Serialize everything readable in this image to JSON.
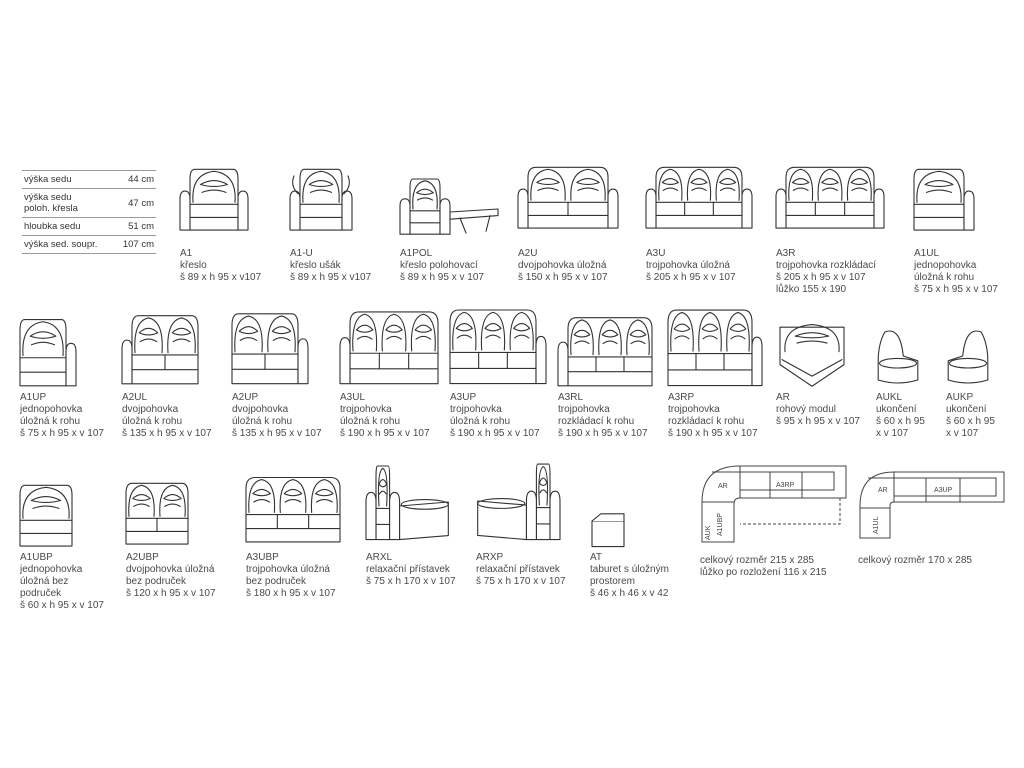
{
  "specs": [
    {
      "label": "výška sedu",
      "value": "44 cm"
    },
    {
      "label": "výška sedu\npoloh. křesla",
      "value": "47 cm"
    },
    {
      "label": "hloubka sedu",
      "value": "51 cm"
    },
    {
      "label": "výška sed. soupr.",
      "value": "107 cm"
    }
  ],
  "items": [
    {
      "code": "A1",
      "name": "křeslo",
      "dims": "š 89 x h 95 x v107"
    },
    {
      "code": "A1-U",
      "name": "křeslo ušák",
      "dims": "š 89 x h 95 x v107"
    },
    {
      "code": "A1POL",
      "name": "křeslo polohovací",
      "dims": "š 89 x h 95 x v 107"
    },
    {
      "code": "A2U",
      "name": "dvojpohovka úložná",
      "dims": "š 150 x h 95 x v 107"
    },
    {
      "code": "A3U",
      "name": "trojpohovka úložná",
      "dims": "š 205 x h 95 x v 107"
    },
    {
      "code": "A3R",
      "name": "trojpohovka rozkládací",
      "dims": "š 205 x h 95 x v 107",
      "extra": "lůžko 155 x 190"
    },
    {
      "code": "A1UL",
      "name": "jednopohovka\núložná k rohu",
      "dims": "š 75 x h 95 x v 107"
    },
    {
      "code": "A1UP",
      "name": "jednopohovka\núložná k rohu",
      "dims": "š 75 x h 95 x v 107"
    },
    {
      "code": "A2UL",
      "name": "dvojpohovka\núložná k rohu",
      "dims": "š 135 x h 95 x v 107"
    },
    {
      "code": "A2UP",
      "name": "dvojpohovka\núložná k rohu",
      "dims": "š 135 x h 95 x v 107"
    },
    {
      "code": "A3UL",
      "name": "trojpohovka\núložná k rohu",
      "dims": "š 190 x h 95 x v 107"
    },
    {
      "code": "A3UP",
      "name": "trojpohovka\núložná k rohu",
      "dims": "š 190 x h 95 x v 107"
    },
    {
      "code": "A3RL",
      "name": "trojpohovka\nrozkládací k rohu",
      "dims": "š 190 x h 95 x v 107"
    },
    {
      "code": "A3RP",
      "name": "trojpohovka\nrozkládací k rohu",
      "dims": "š 190 x h 95 x v 107"
    },
    {
      "code": "AR",
      "name": "rohový modul",
      "dims": "š 95 x h 95 x v 107"
    },
    {
      "code": "AUKL",
      "name": "ukončení",
      "dims": "š 60 x h 95\nx v 107"
    },
    {
      "code": "AUKP",
      "name": "ukončení",
      "dims": "š 60 x h 95\nx v 107"
    },
    {
      "code": "A1UBP",
      "name": "jednopohovka\núložná bez\npodruček",
      "dims": "š 60 x h 95 x v 107"
    },
    {
      "code": "A2UBP",
      "name": "dvojpohovka úložná\nbez područek",
      "dims": "š 120 x h 95 x v 107"
    },
    {
      "code": "A3UBP",
      "name": "trojpohovka úložná\nbez područek",
      "dims": "š 180 x h 95 x v 107"
    },
    {
      "code": "ARXL",
      "name": "relaxační přístavek",
      "dims": "š 75 x h 170 x v 107"
    },
    {
      "code": "ARXP",
      "name": "relaxační přístavek",
      "dims": "š 75 x h 170 x v 107"
    },
    {
      "code": "AT",
      "name": "taburet  s úložným\nprostorem",
      "dims": "š 46 x h 46 x v 42"
    }
  ],
  "plans": [
    {
      "labels": [
        "AR",
        "A3RP",
        "A1UBP",
        "AUK"
      ],
      "caption": "celkový rozměr 215 x 285",
      "caption2": "lůžko po rozložení 116 x 215"
    },
    {
      "labels": [
        "AR",
        "A3UP",
        "A1UL"
      ],
      "caption": "celkový rozměr 170 x 285"
    }
  ]
}
